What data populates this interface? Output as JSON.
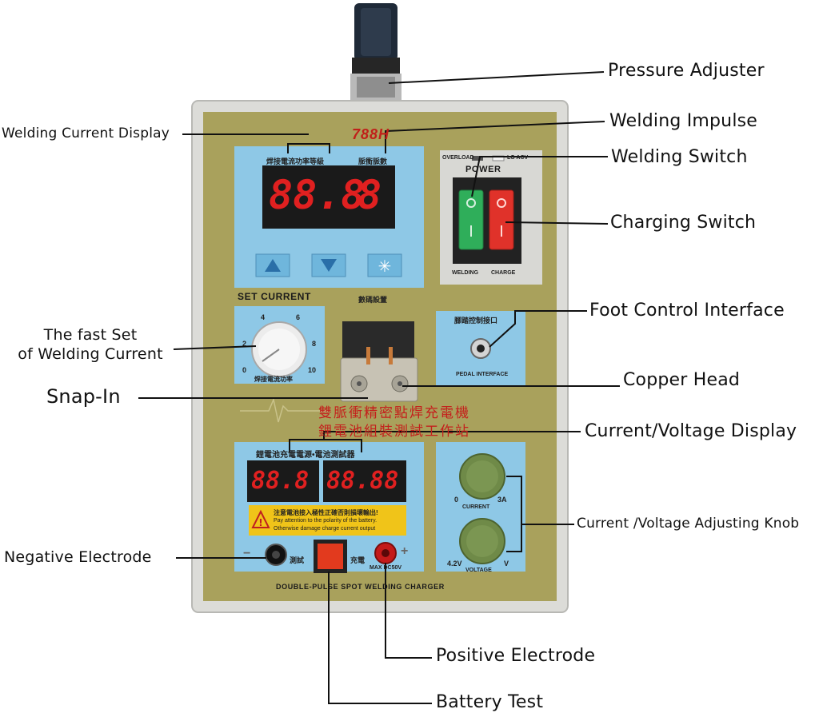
{
  "panel": {
    "model": "788H",
    "power_label": "POWER",
    "overload_label": "OVERLOAD",
    "lo_acv_label": "LO ACV",
    "welding_label": "WELDING",
    "charge_label": "CHARGE",
    "set_current_label": "SET CURRENT",
    "weld_display_cn": "焊接電流功率等級",
    "pulse_display_cn": "脈衝脈數",
    "data_setting_cn": "數碼設置",
    "weld_digits": "88.8",
    "pulse_digit": "8",
    "dial_scale": [
      "0",
      "2",
      "4",
      "6",
      "8",
      "10"
    ],
    "dial_caption_cn": "焊接電流功率",
    "pedal_cn": "腳踏控制接口",
    "pedal_interface_label": "PEDAL INTERFACE",
    "title_cn_line1": "雙脈衝精密點焊充電機",
    "title_cn_line2": "鋰電池組裝測試工作站",
    "charger_display_cn": "鋰電池充電電源•電池測試器",
    "current_digits": "88.8",
    "voltage_digits": "88.88",
    "warning_cn": "注意電池接入極性正確否則損壞輸出!",
    "warning_en_line1": "Pay attention to the polarity of the battery.",
    "warning_en_line2": "Otherwise damage charge current output",
    "current_scale_min": "0",
    "current_scale_max": "3A",
    "current_label": "CURRENT",
    "voltage_scale_min": "4.2V",
    "voltage_scale_max": "V",
    "voltage_label": "VOLTAGE",
    "minus_label": "−",
    "plus_label": "+",
    "test_cn": "測試",
    "charge_cn": "充電",
    "max_label": "MAX DC50V",
    "footer_label": "DOUBLE-PULSE SPOT WELDING CHARGER"
  },
  "callouts": {
    "pressure_adjuster": "Pressure Adjuster",
    "welding_current_display": "Welding Current Display",
    "welding_impulse": "Welding Impulse",
    "welding_switch": "Welding Switch",
    "charging_switch": "Charging Switch",
    "fast_set_line1": "The fast Set",
    "fast_set_line2": "of Welding Current",
    "foot_control": "Foot Control Interface",
    "snap_in": "Snap-In",
    "copper_head": "Copper Head",
    "current_voltage_display": "Current/Voltage Display",
    "current_voltage_knob": "Current /Voltage Adjusting Knob",
    "negative_electrode": "Negative Electrode",
    "positive_electrode": "Positive Electrode",
    "battery_test": "Battery Test"
  },
  "colors": {
    "casing": "#a9a15c",
    "frame": "#dcdcd8",
    "blue_panel": "#8ec8e6",
    "display_black": "#1a1a1a",
    "segment_red": "#e02020",
    "knob_green": "#6f8a48",
    "switch_green": "#2fae5a",
    "switch_red": "#e0322a",
    "callout_line": "#111111"
  }
}
